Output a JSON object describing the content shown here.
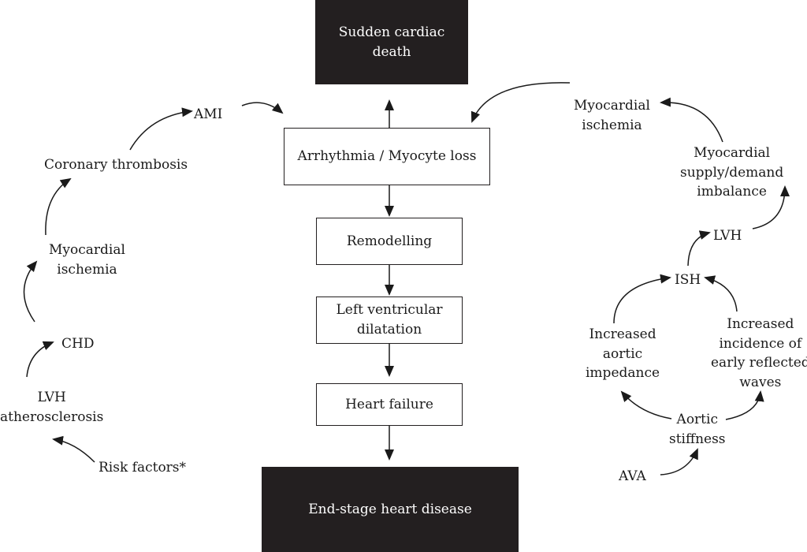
{
  "colors": {
    "dark_box": "#231f20",
    "line": "#1a1a1a",
    "dark_text": "#ffffff"
  },
  "center": {
    "sudden_death": [
      "Sudden cardiac",
      "death"
    ],
    "arrhythmia": "Arrhythmia / Myocyte loss",
    "remodelling": "Remodelling",
    "lv_dilatation": [
      "Left ventricular",
      "dilatation"
    ],
    "heart_failure": "Heart failure",
    "end_stage": "End-stage heart disease"
  },
  "left": {
    "risk_factors": "Risk factors*",
    "lvh_athero": [
      "LVH",
      "atherosclerosis"
    ],
    "chd": "CHD",
    "myocardial_ischemia": [
      "Myocardial",
      "ischemia"
    ],
    "coronary_thrombosis": "Coronary thrombosis",
    "ami": "AMI"
  },
  "right": {
    "ava": "AVA",
    "aortic_stiffness": [
      "Aortic",
      "stiffness"
    ],
    "increased_impedance": [
      "Increased",
      "aortic",
      "impedance"
    ],
    "reflected_waves": [
      "Increased",
      "incidence of",
      "early reflected",
      "waves"
    ],
    "ish": "ISH",
    "lvh": "LVH",
    "supply_demand": [
      "Myocardial",
      "supply/demand",
      "imbalance"
    ],
    "myocardial_ischemia": [
      "Myocardial",
      "ischemia"
    ]
  }
}
